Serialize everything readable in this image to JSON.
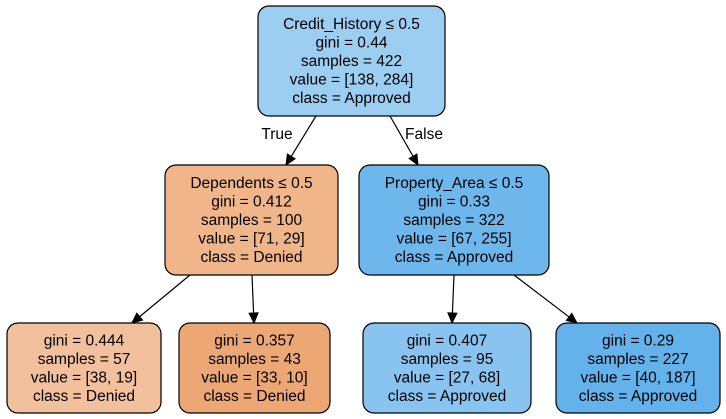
{
  "tree": {
    "nodes": [
      {
        "id": "root",
        "lines": [
          "Credit_History ≤ 0.5",
          "gini = 0.44",
          "samples = 422",
          "value = [138, 284]",
          "class = Approved"
        ],
        "fill": "#9ccef2"
      },
      {
        "id": "left",
        "lines": [
          "Dependents ≤ 0.5",
          "gini = 0.412",
          "samples = 100",
          "value = [71, 29]",
          "class = Denied"
        ],
        "fill": "#f0b68a"
      },
      {
        "id": "right",
        "lines": [
          "Property_Area ≤ 0.5",
          "gini = 0.33",
          "samples = 322",
          "value = [67, 255]",
          "class = Approved"
        ],
        "fill": "#6db7ec"
      },
      {
        "id": "ll",
        "lines": [
          "gini = 0.444",
          "samples = 57",
          "value = [38, 19]",
          "class = Denied"
        ],
        "fill": "#f2c09c"
      },
      {
        "id": "lr",
        "lines": [
          "gini = 0.357",
          "samples = 43",
          "value = [33, 10]",
          "class = Denied"
        ],
        "fill": "#eda775"
      },
      {
        "id": "rl",
        "lines": [
          "gini = 0.407",
          "samples = 95",
          "value = [27, 68]",
          "class = Approved"
        ],
        "fill": "#88c4ef"
      },
      {
        "id": "rr",
        "lines": [
          "gini = 0.29",
          "samples = 227",
          "value = [40, 187]",
          "class = Approved"
        ],
        "fill": "#63b2eb"
      }
    ],
    "edges": [
      {
        "from": "root",
        "to": "left",
        "label": "True"
      },
      {
        "from": "root",
        "to": "right",
        "label": "False"
      },
      {
        "from": "left",
        "to": "ll",
        "label": ""
      },
      {
        "from": "left",
        "to": "lr",
        "label": ""
      },
      {
        "from": "right",
        "to": "rl",
        "label": ""
      },
      {
        "from": "right",
        "to": "rr",
        "label": ""
      }
    ]
  }
}
